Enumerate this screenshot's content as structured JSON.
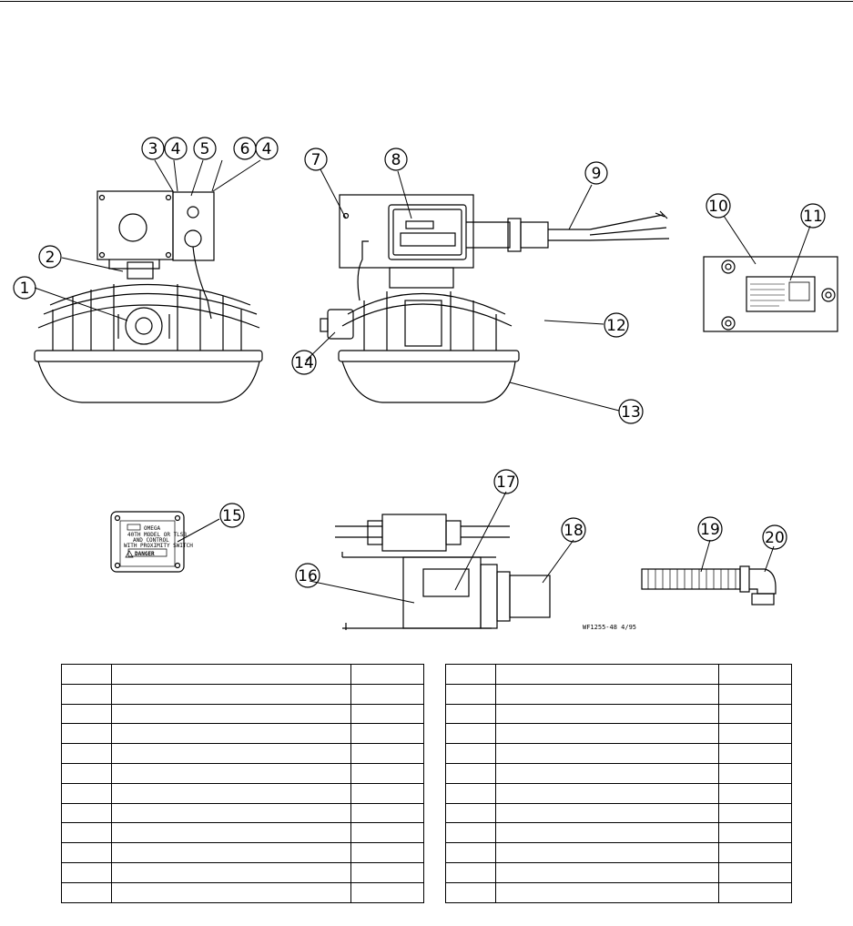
{
  "drawing": {
    "callouts": [
      "1",
      "2",
      "3",
      "4",
      "5",
      "6",
      "4",
      "7",
      "8",
      "9",
      "10",
      "11",
      "12",
      "13",
      "14",
      "15",
      "16",
      "17",
      "18",
      "19",
      "20"
    ],
    "drawing_number": "WF1255-48 4/95",
    "label_15": {
      "lines": [
        "OMEGA",
        "40TH MODEL OR TLSB",
        "AND CONTROL",
        "WITH PROXIMITY SWITCH"
      ],
      "warning": "DANGER"
    }
  },
  "parts_tables": {
    "left": {
      "columns": 3,
      "rows": 12
    },
    "right": {
      "columns": 3,
      "rows": 12
    }
  }
}
